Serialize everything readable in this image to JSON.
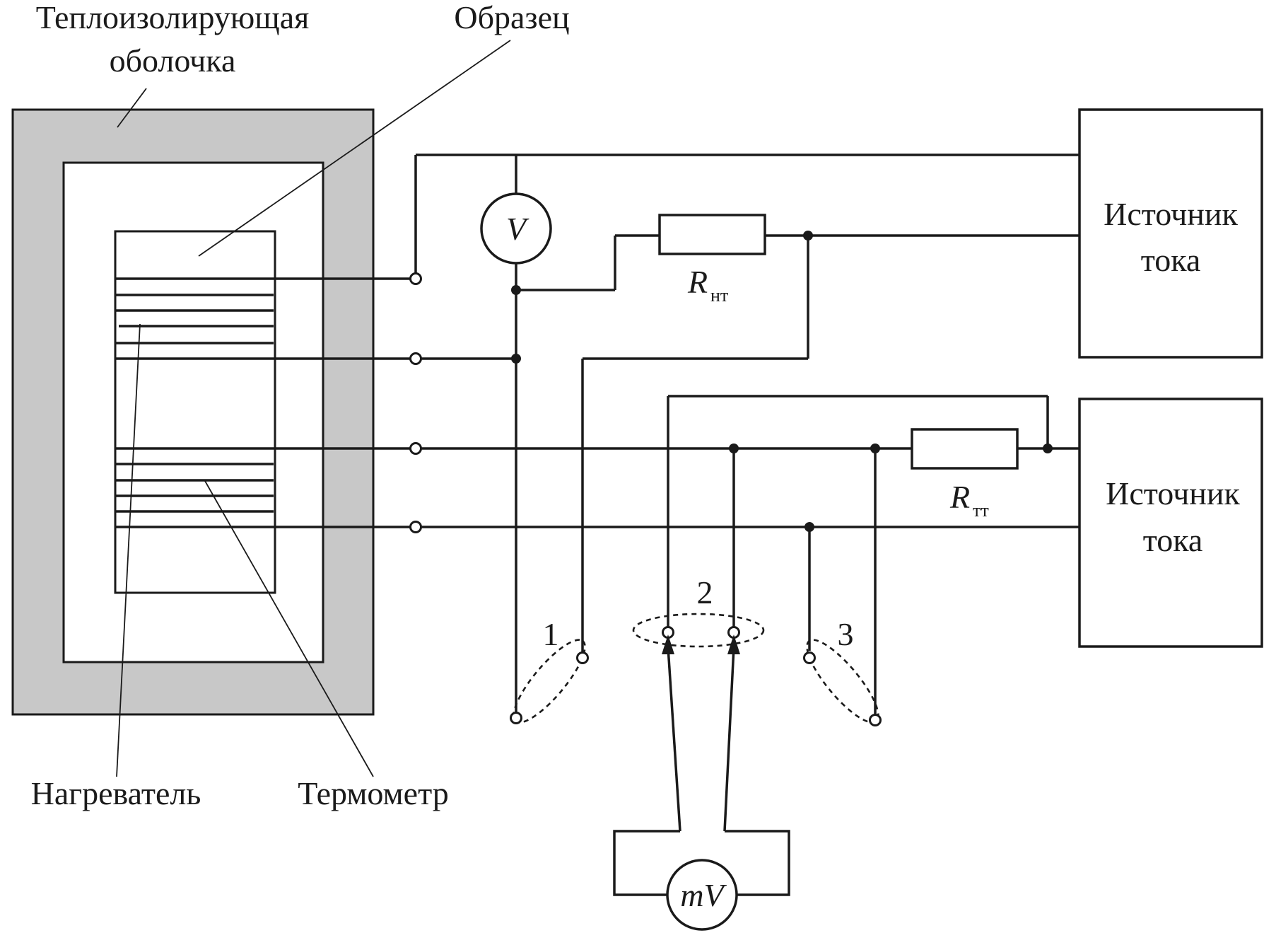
{
  "labels": {
    "insulation_line1": "Теплоизолирующая",
    "insulation_line2": "оболочка",
    "sample": "Образец",
    "heater": "Нагреватель",
    "thermometer": "Термометр",
    "source_top_line1": "Источник",
    "source_top_line2": "тока",
    "source_bottom_line1": "Источник",
    "source_bottom_line2": "тока",
    "voltmeter": "V",
    "millivoltmeter": "mV",
    "r_heater_main": "R",
    "r_heater_sub": "нт",
    "r_thermo_main": "R",
    "r_thermo_sub": "тт",
    "pair_1": "1",
    "pair_2": "2",
    "pair_3": "3"
  },
  "colors": {
    "insulation_fill": "#c8c8c8",
    "line": "#1a1a1a"
  }
}
